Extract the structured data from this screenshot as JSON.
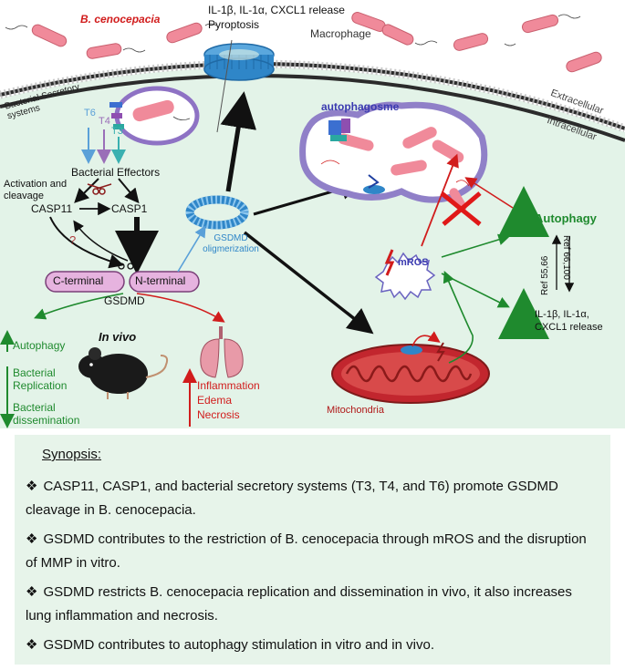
{
  "diagram": {
    "pathogen": "B. cenocepacia",
    "release_top": "IL-1β, IL-1α, CXCL1 release",
    "pyroptosis": "Pyroptosis",
    "macrophage": "Macrophage",
    "extracellular": "Extracellular",
    "intracellular": "Intracellular",
    "secretory_systems": "Bacterial Secretory systems",
    "t6": "T6",
    "t4": "T4",
    "t3": "T3",
    "bacterial_effectors": "Bacterial Effectors",
    "activation": "Activation and cleavage",
    "casp11": "CASP11",
    "casp1": "CASP1",
    "question": "?",
    "c_terminal": "C-terminal",
    "n_terminal": "N-terminal",
    "gsdmd": "GSDMD",
    "oligomerization": "GSDMD oligmerization",
    "autophagosome": "autophagosme",
    "mros": "mROS",
    "autophagy_right": "Autophagy",
    "ref_a": "Ref 55,66",
    "ref_b": "Ref 66,100",
    "release_right": "IL-1β, IL-1α, CXCL1 release",
    "mitochondria": "Mitochondria",
    "in_vivo": "In vivo",
    "autophagy_left": "Autophagy",
    "bacterial_replication": "Bacterial Replication",
    "bacterial_dissemination": "Bacterial dissemination",
    "inflammation": "Inflammation",
    "edema": "Edema",
    "necrosis": "Necrosis"
  },
  "synopsis": {
    "heading": "Synopsis:",
    "bullet_mark": "❖",
    "b1": "CASP11, CASP1, and bacterial secretory systems (T3, T4, and T6) promote GSDMD cleavage in B. cenocepacia.",
    "b2": "GSDMD contributes to the restriction of B. cenocepacia through mROS and the disruption of MMP in vitro.",
    "b3": "GSDMD restricts B. cenocepacia replication and dissemination in vivo, it also increases lung inflammation and necrosis.",
    "b4": "GSDMD contributes to autophagy stimulation in vitro and in vivo."
  },
  "colors": {
    "membrane": "#2b2b2b",
    "cytoplasm": "#e3f3e8",
    "bacteria": "#f08a9a",
    "pore": "#2f86c8",
    "green": "#1f8a2e",
    "red": "#d11c1c",
    "gsdmd_fill": "#e6b3df"
  }
}
